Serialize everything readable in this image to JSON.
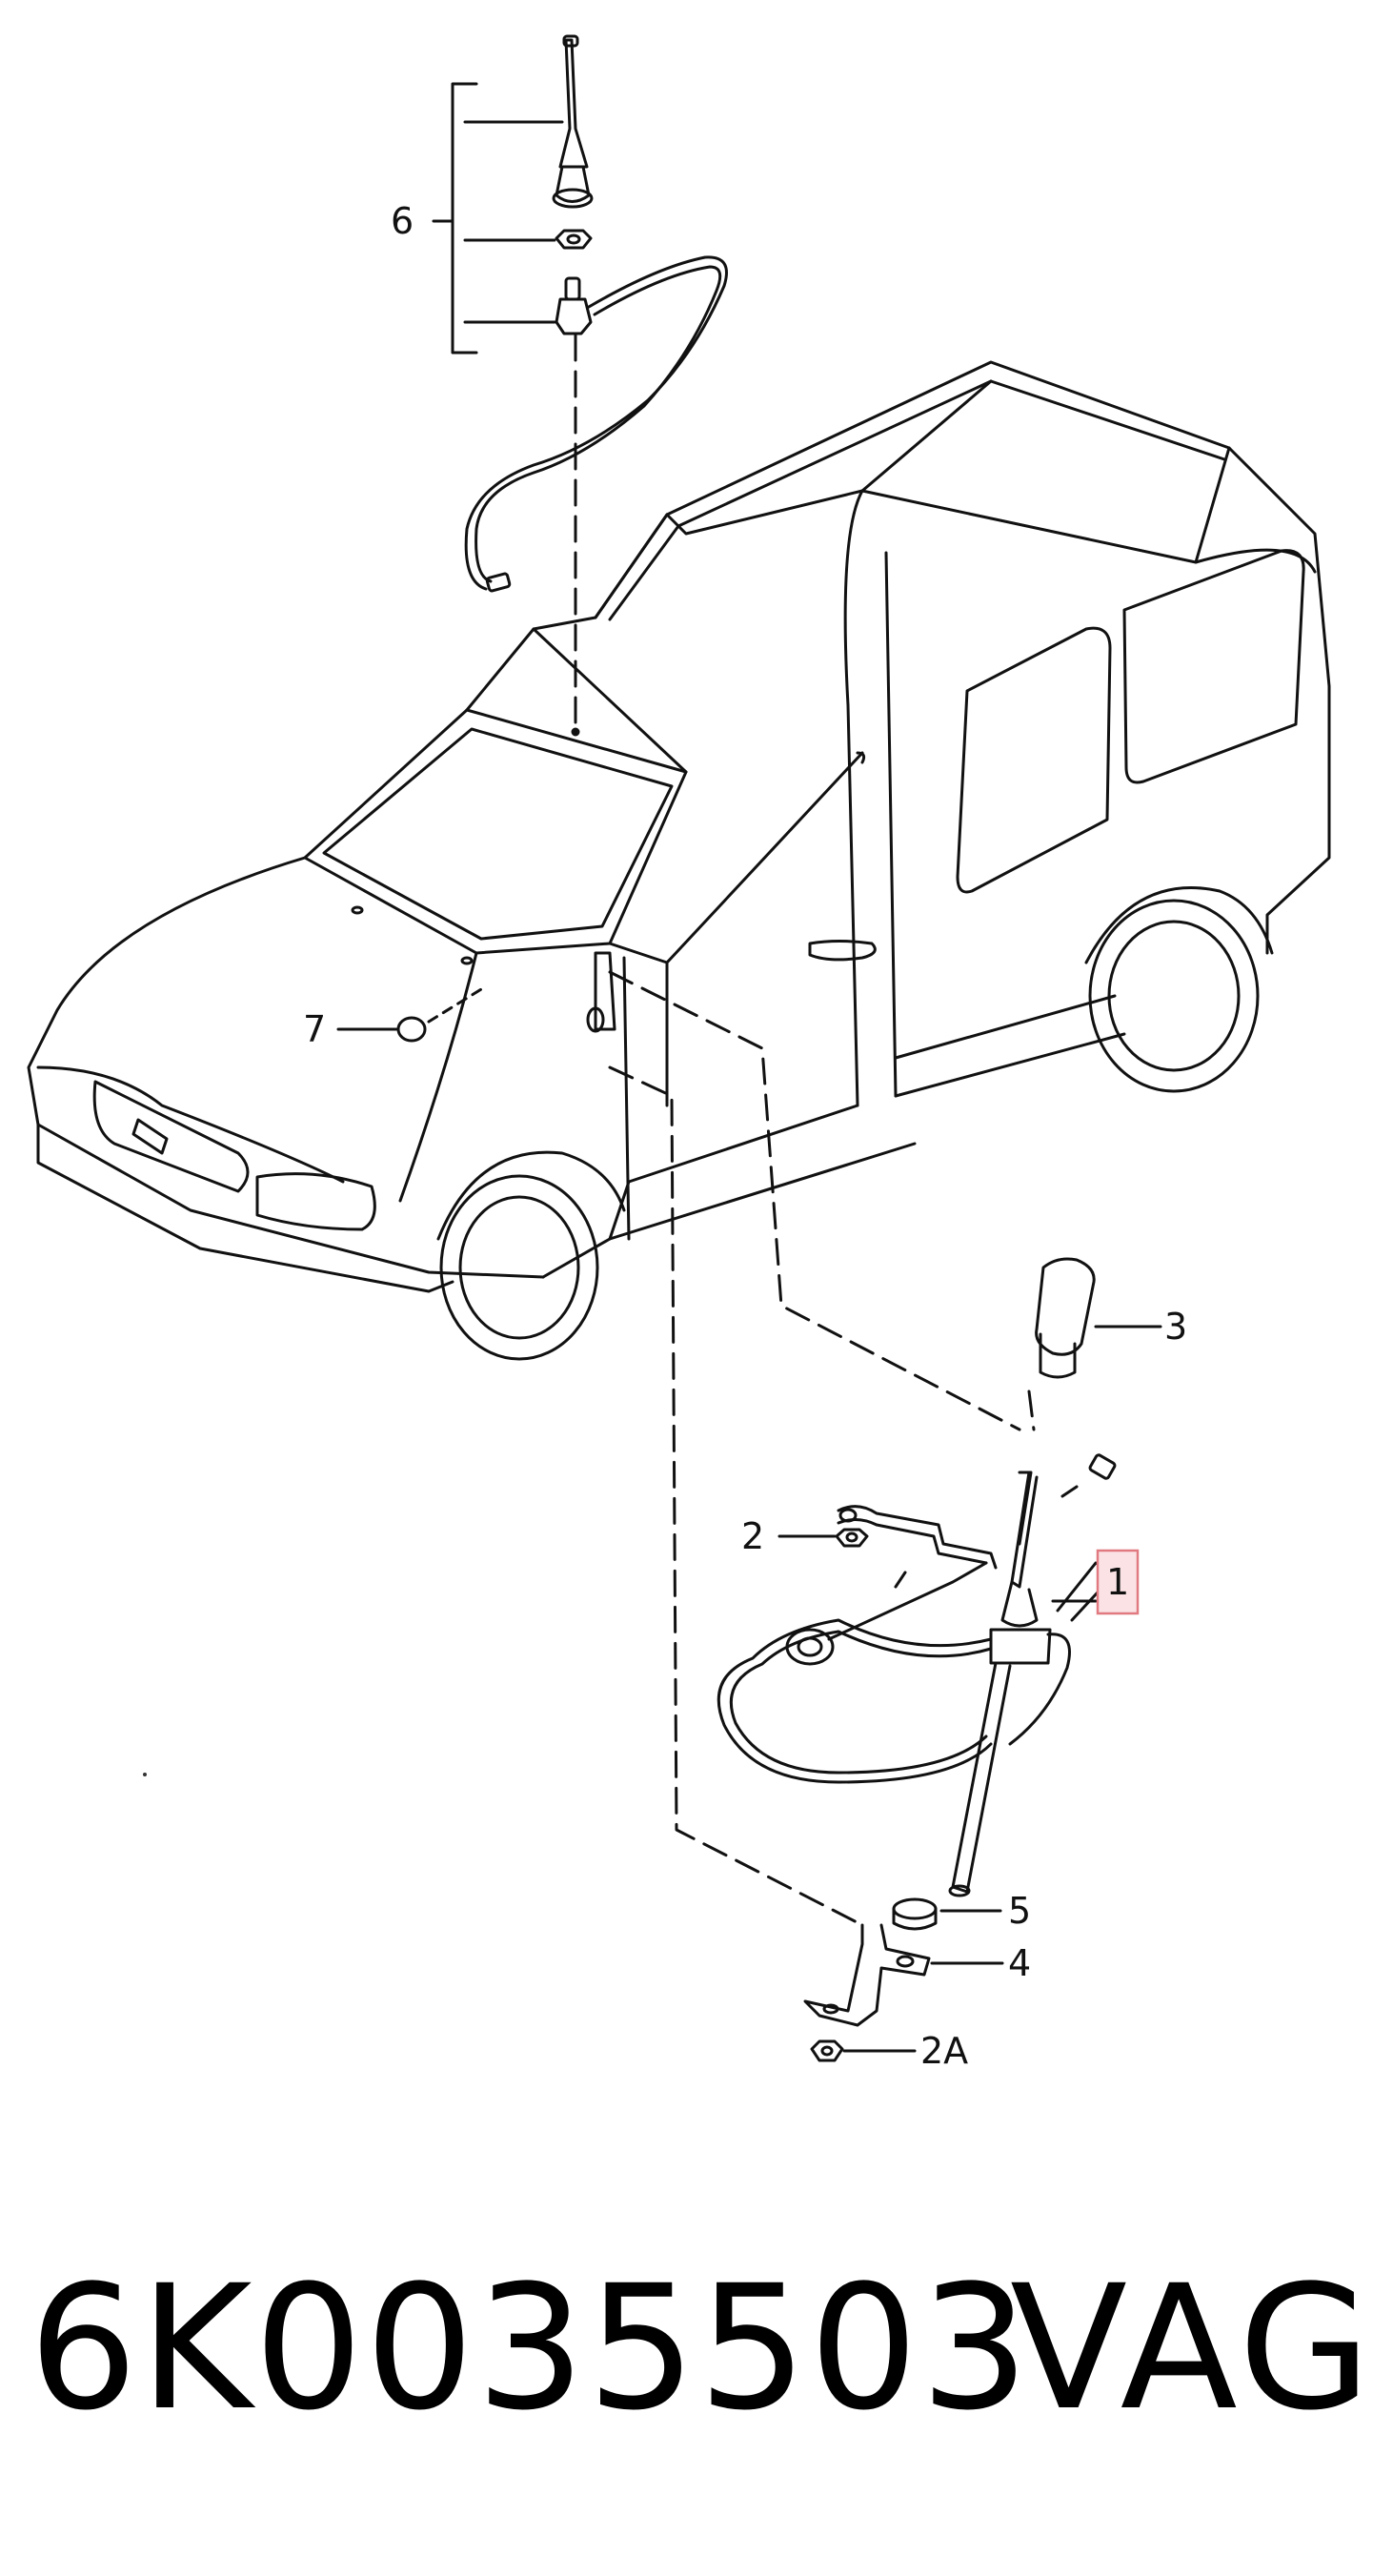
{
  "callouts": {
    "item_1": "1",
    "item_2": "2",
    "item_2a": "2A",
    "item_3": "3",
    "item_4": "4",
    "item_5": "5",
    "item_6": "6",
    "item_7": "7"
  },
  "footer": {
    "part_number": "6K0035503",
    "brand": "VAG"
  },
  "colors": {
    "line": "#111111",
    "highlight_border": "#e07a80",
    "highlight_fill": "#fbe3e5"
  }
}
